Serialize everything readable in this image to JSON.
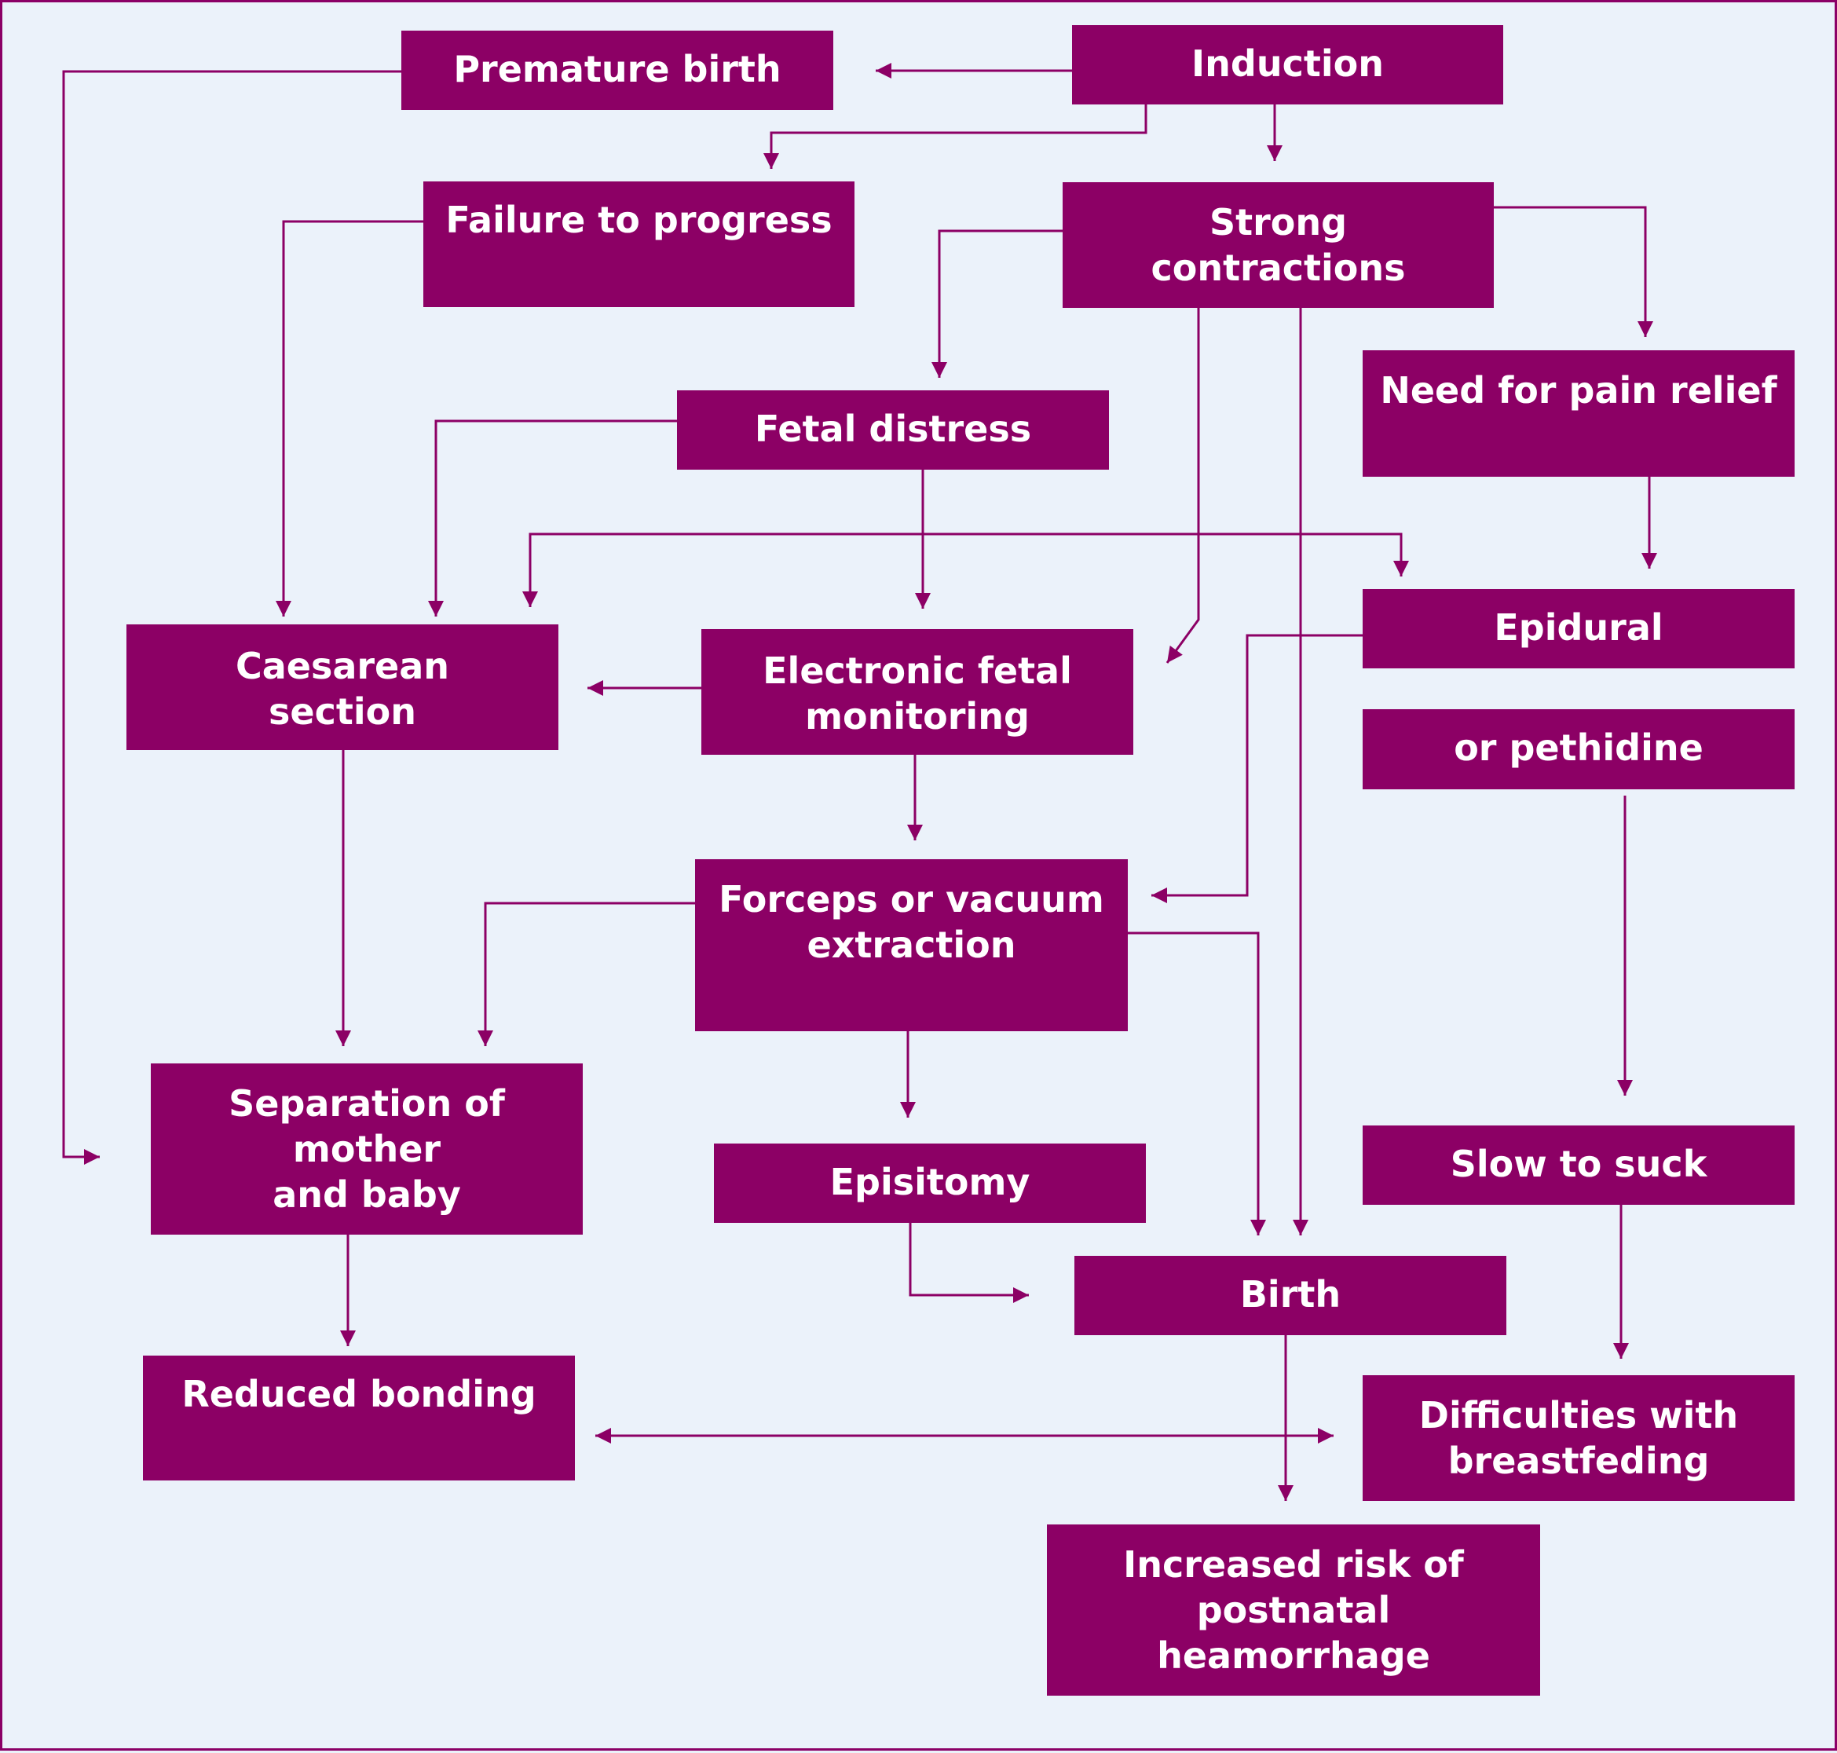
{
  "colors": {
    "background": "#ebf2fa",
    "box_fill": "#8c0065",
    "box_text": "#ffffff",
    "connector": "#8c0065"
  },
  "nodes": {
    "premature_birth": "Premature birth",
    "induction": "Induction",
    "failure_to_progress": "Failure to progress",
    "strong_contractions": "Strong\ncontractions",
    "need_for_pain_relief": "Need for pain relief",
    "fetal_distress": "Fetal distress",
    "epidural": "Epidural",
    "caesarean_section": "Caesarean\nsection",
    "electronic_fetal_monitoring": "Electronic fetal\nmonitoring",
    "or_pethidine": "or pethidine",
    "forceps_or_vacuum": "Forceps or vacuum\nextraction",
    "separation": "Separation of mother\nand baby",
    "episitomy": "Episitomy",
    "slow_to_suck": "Slow to suck",
    "birth": "Birth",
    "reduced_bonding": "Reduced bonding",
    "difficulties_breastfeeding": "Difficulties with\nbreastfeding",
    "postnatal_haemorrhage": "Increased risk of\npostnatal heamorrhage"
  }
}
